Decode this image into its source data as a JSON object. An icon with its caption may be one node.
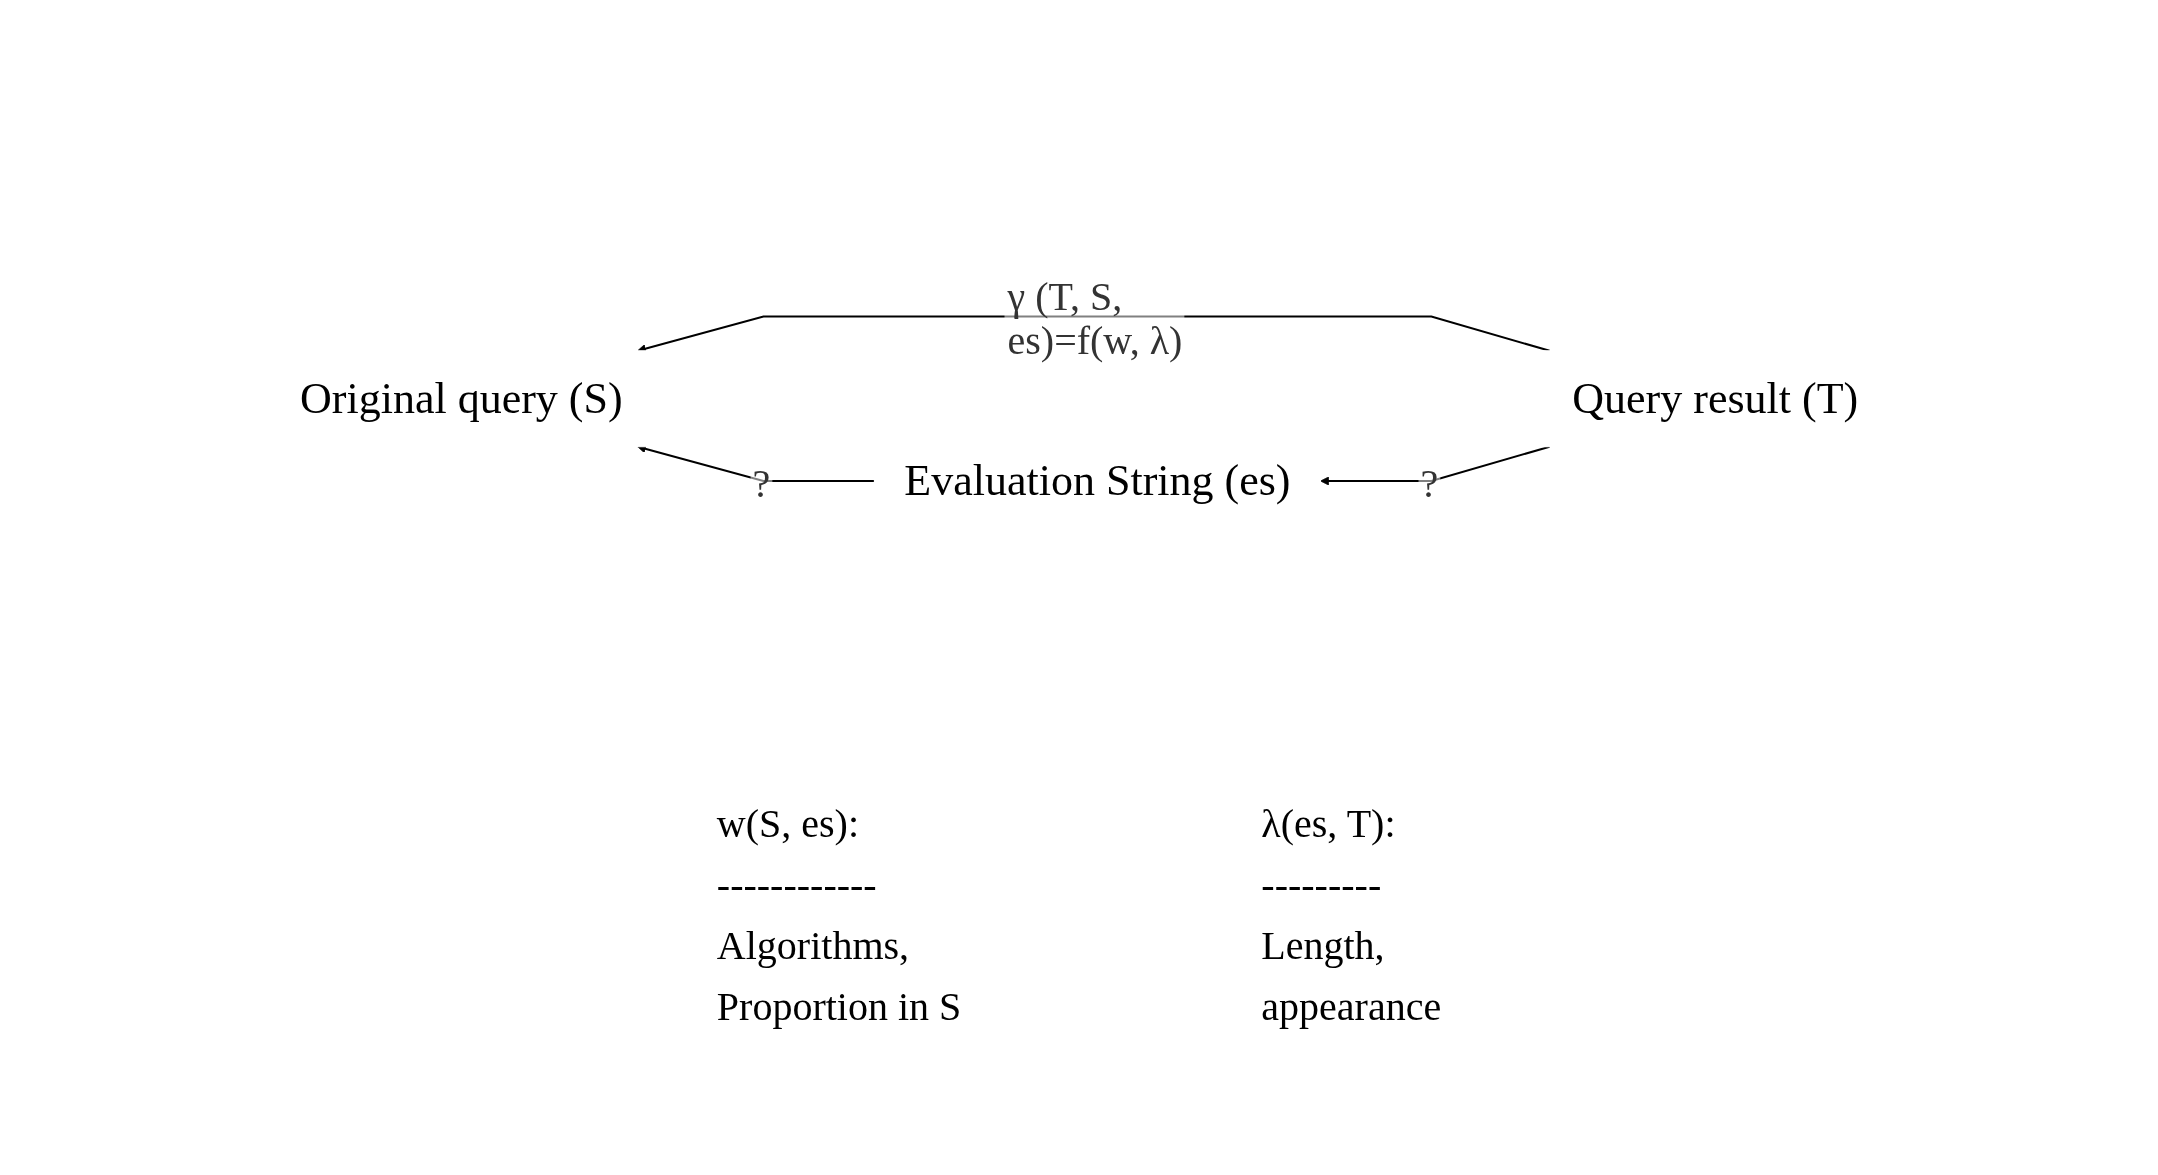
{
  "diagram": {
    "nodes": [
      {
        "text": [
          "Original query (S)"
        ]
      },
      {
        "text": [
          "Evaluation String (es)"
        ]
      },
      {
        "text": [
          "Query result (T)"
        ]
      }
    ],
    "edges": [
      {
        "from": 2,
        "to": 0,
        "arrow": "to",
        "label": "γ  (T, S, es)=f(w, λ)"
      },
      {
        "from": 1,
        "to": 0,
        "arrow": "to",
        "label": "?"
      },
      {
        "from": 2,
        "to": 1,
        "arrow": "to",
        "label": "?"
      }
    ],
    "labels": [
      "w(S, es):",
      "------------",
      "Algorithms,",
      "Proportion in S",
      "λ(es, T):",
      "---------",
      "Length,",
      "appearance"
    ]
  }
}
